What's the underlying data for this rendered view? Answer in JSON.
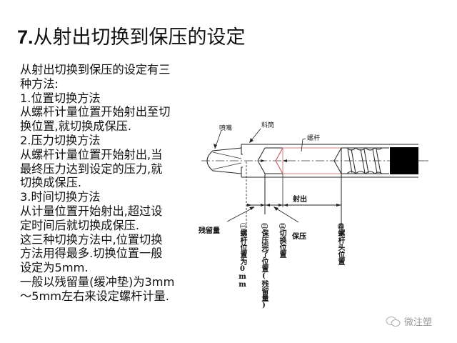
{
  "slide": {
    "title_number": "7.",
    "title_text": "从射出切换到保压的设定"
  },
  "body": {
    "lines": [
      "从射出切换到保压的设定有三",
      "种方法:",
      "1.位置切换方法",
      "从螺杆计量位置开始射出至切",
      "换位置,就切换成保压.",
      "2.压力切换方法",
      "从螺杆计量位置开始射出,当",
      "最终压力达到设定的压力,就",
      "切换成保压.",
      "3.时间切换方法",
      "从计量位置开始射出,超过设",
      "定时间后就切换成保压.",
      "这三种切换方法中,位置切换",
      "方法用得最多.切换位置一般",
      "设定为5mm.",
      "一般以残留量(缓冲垫)为3mm",
      "～5mm左右来设定螺杆计量."
    ]
  },
  "diagram": {
    "labels": {
      "nozzle": "喷嘴",
      "barrel": "料筒",
      "screw": "螺杆",
      "injection": "射出",
      "residual": "残留量",
      "holding": "保压"
    },
    "position_labels": [
      {
        "mark": "㊀",
        "text": "螺杆位置为0mm"
      },
      {
        "mark": "㊁",
        "text": "保压完了位置(残留量)"
      },
      {
        "mark": "㊂",
        "text": "切换位置"
      },
      {
        "mark": "㊃",
        "text": "螺杆头位置"
      }
    ],
    "colors": {
      "line": "#222222",
      "red_outline": "#d08080",
      "centerline": "#888888",
      "screw_end": "#000000"
    }
  },
  "watermark": {
    "text": "微注塑"
  }
}
